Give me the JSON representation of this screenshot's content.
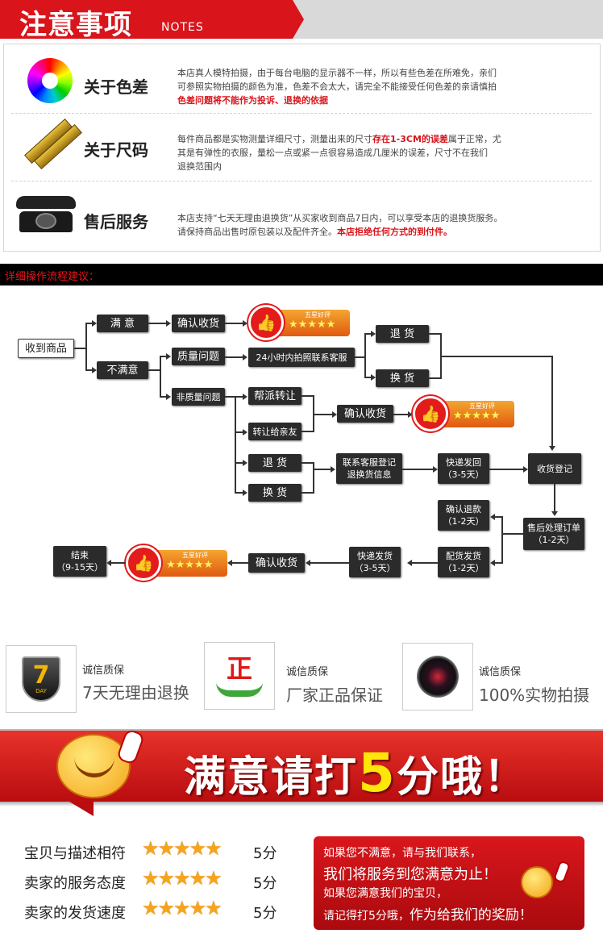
{
  "header": {
    "title": "注意事项",
    "subtitle": "NOTES"
  },
  "notes": [
    {
      "label": "关于色差",
      "lines": [
        "本店真人模特拍摄，由于每台电脑的显示器不一样，所以有些色差在所难免，亲们",
        "可参照实物拍摄的颜色为准，色差不会太大，请完全不能接受任何色差的亲请慎拍"
      ],
      "red_line": "色差问题将不能作为投诉、退换的依据"
    },
    {
      "label": "关于尺码",
      "line1_pre": "每件商品都是实物测量详细尺寸，测量出来的尺寸",
      "line1_red": "存在1-3CM的误差",
      "line1_post": "属于正常，尤",
      "lines": [
        "其是有弹性的衣服，量松一点或紧一点很容易造成几厘米的误差，尺寸不在我们",
        "退换范围内"
      ]
    },
    {
      "label": "售后服务",
      "lines": [
        "本店支持“七天无理由退换货”从买家收到商品7日内，可以享受本店的退换货服务。"
      ],
      "line2_pre": "请保持商品出售时原包装以及配件齐全。",
      "line2_red": "本店拒绝任何方式的到付件。"
    }
  ],
  "flow_title": "详细操作流程建议：",
  "flow": {
    "receive": "收到商品",
    "satisfied": "满 意",
    "unsatisfied": "不满意",
    "confirm1": "确认收货",
    "quality": "质量问题",
    "service24": "24小时内拍照联系客服",
    "return1": "退 货",
    "exchange1": "换 货",
    "nonquality": "非质量问题",
    "help_transfer": "帮派转让",
    "transfer_friend": "转让给亲友",
    "confirm2": "确认收货",
    "return2": "退 货",
    "exchange2": "换 货",
    "register": "联系客服登记\n退换货信息",
    "ship_back": "快递发回\n（3-5天）",
    "receive_reg": "收货登记",
    "refund": "确认退款\n（1-2天）",
    "after_sale": "售后处理订单\n（1-2天）",
    "dispatch": "配货发货\n（1-2天）",
    "express": "快递发货\n（3-5天）",
    "confirm3": "确认收货",
    "end": "结束\n（9-15天）",
    "badge_text": "五星好评",
    "badge_stars": "★★★★★"
  },
  "guarantees": [
    {
      "small": "诚信质保",
      "big": "7天无理由退换",
      "icon": "7-day-shield-icon",
      "icon_text": "7",
      "icon_sub": "DAY"
    },
    {
      "small": "诚信质保",
      "big": "厂家正品保证",
      "icon": "genuine-hands-icon",
      "icon_text": "正"
    },
    {
      "small": "诚信质保",
      "big": "100%实物拍摄",
      "icon": "camera-lens-icon"
    }
  ],
  "banner": {
    "pre": "满意请打",
    "five": "5",
    "post": "分哦！"
  },
  "ratings": [
    {
      "label": "宝贝与描述相符",
      "stars": "★★★★★",
      "score": "5分"
    },
    {
      "label": "卖家的服务态度",
      "stars": "★★★★★",
      "score": "5分"
    },
    {
      "label": "卖家的发货速度",
      "stars": "★★★★★",
      "score": "5分"
    }
  ],
  "message": {
    "l1": "如果您不满意，请与我们联系，",
    "l2": "我们将服务到您满意为止！",
    "l3": "如果您满意我们的宝贝，",
    "l4a": "请记得打5分哦，",
    "l4b": "作为给我们的奖励！"
  },
  "colors": {
    "red": "#d9141b",
    "dark": "#2b2b2b",
    "star": "#f7a41d",
    "yellow": "#ffe60a"
  }
}
